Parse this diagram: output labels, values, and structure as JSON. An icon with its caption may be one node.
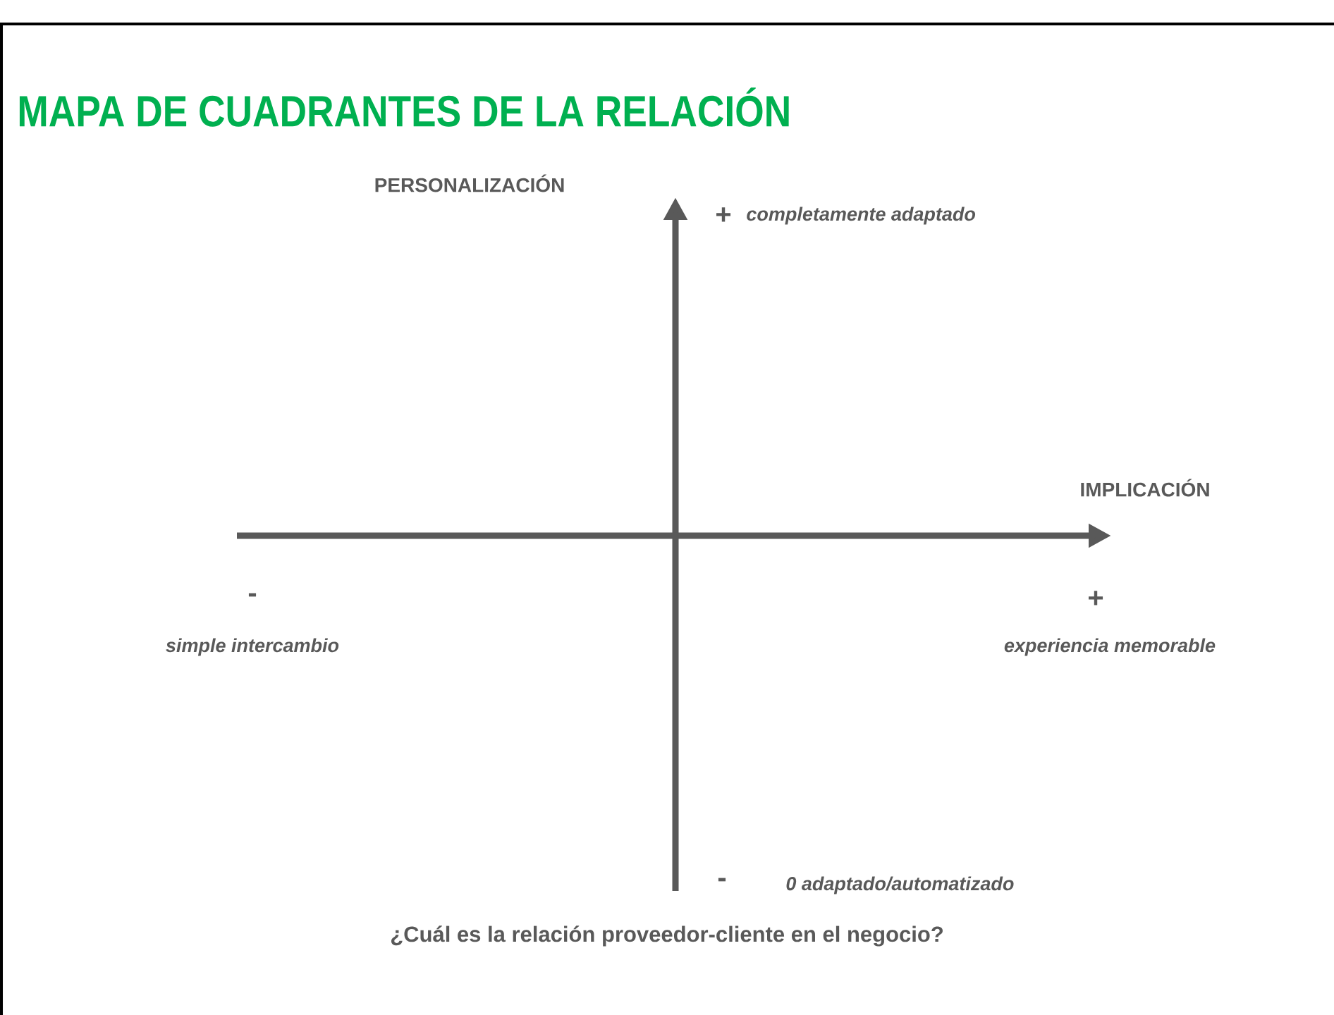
{
  "diagram": {
    "title": "MAPA DE CUADRANTES DE LA RELACIÓN",
    "caption": "¿Cuál es la relación proveedor-cliente en el negocio?",
    "labels": [
      "PERSONALIZACIÓN",
      "+",
      "completamente adaptado",
      "IMPLICACIÓN",
      "-",
      "+",
      "simple intercambio",
      "experiencia memorable",
      "-",
      "0 adaptado/automatizado"
    ]
  }
}
